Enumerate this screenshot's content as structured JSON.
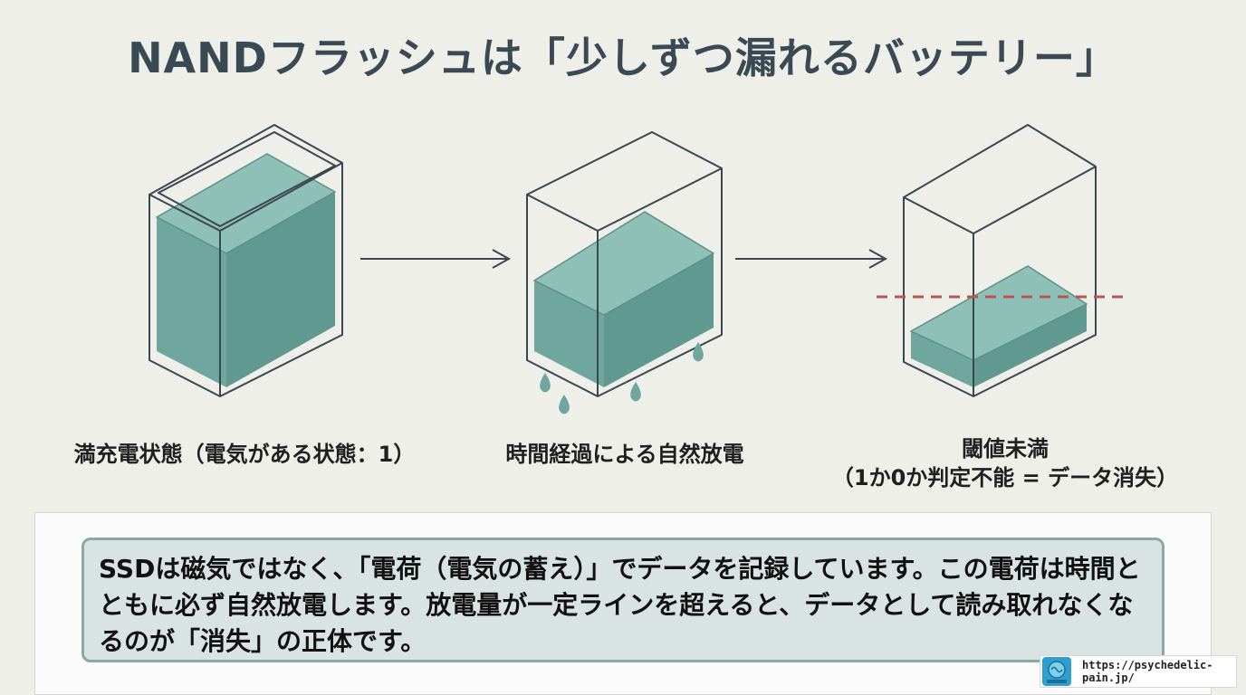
{
  "title": "NANDフラッシュは「少しずつ漏れるバッテリー」",
  "stages": [
    {
      "label": "満充電状態（電気がある状態：1）"
    },
    {
      "label": "時間経過による自然放電"
    },
    {
      "label_line1": "閾値未満",
      "label_line2": "（1か0か判定不能 = データ消失）"
    }
  ],
  "explanation": "SSDは磁気ではなく、「電荷（電気の蓄え）」でデータを記録しています。この電荷は時間とともに必ず自然放電します。放電量が一定ラインを超えると、データとして読み取れなくなるのが「消失」の正体です。",
  "footer": {
    "url": "https://psychedelic-pain.jp/",
    "logo_icon": "brain-logo-icon"
  },
  "colors": {
    "liquid": "#6fa79e",
    "liquid_top": "#8fc0b7",
    "container_line": "#3a4650",
    "arrow": "#3a4650",
    "threshold": "#b5574e"
  },
  "charge_levels": [
    0.9,
    0.58,
    0.16
  ]
}
